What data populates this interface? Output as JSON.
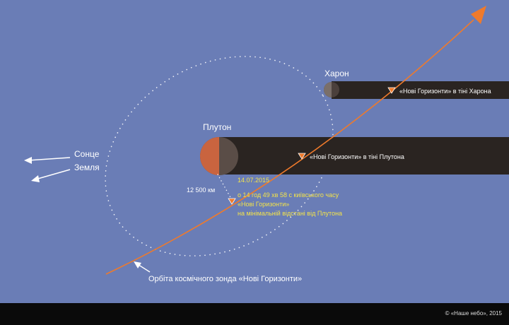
{
  "colors": {
    "background": "#6a7db6",
    "shadow": "#2a2421",
    "footer": "#0a0a0a",
    "trajectory": "#ef7a2b",
    "pluto_lit": "#c9643f",
    "body_dark": "#5a4d47",
    "annotation": "#f3e34a"
  },
  "labels": {
    "sun": "Сонце",
    "earth": "Земля",
    "pluto": "Плутон",
    "charon": "Харон",
    "distance": "12 500 км",
    "orbit": "Орбіта космічного зонда «Нові Горизонти»",
    "shadow_pluto": "«Нові Горизонти» в тіні Плутона",
    "shadow_charon": "«Нові Горизонти» в тіні Харона"
  },
  "annotation": {
    "date": "14.07.2015",
    "time": "о 14 год 49 хв 58 с київського часу",
    "probe": "«Нові Горизонти»",
    "note": "на мінімальній відстані від Плутона"
  },
  "footer": {
    "credit": "© «Наше небо», 2015"
  }
}
